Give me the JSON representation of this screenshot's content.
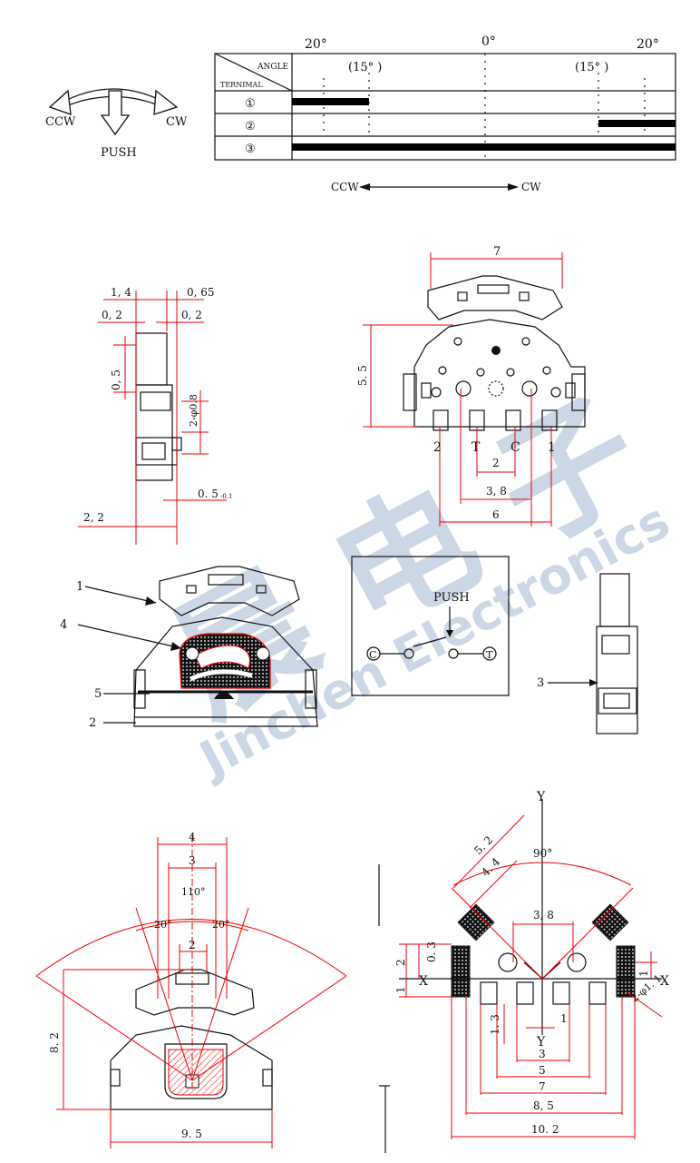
{
  "timing_chart": {
    "angle_top": {
      "left": "20°",
      "center": "0°",
      "right": "20°"
    },
    "header_angle": "ANGLE",
    "header_terminal": "TERNIMAL",
    "span_left": "(15° )",
    "span_right": "(15° )",
    "rows": [
      {
        "label": "①",
        "on_left_deg": 20,
        "on_right_deg": 15,
        "side": "ccw"
      },
      {
        "label": "②",
        "on_left_deg": 15,
        "on_right_deg": 20,
        "side": "cw"
      },
      {
        "label": "③",
        "full": true
      }
    ],
    "direction_ccw": "CCW",
    "direction_cw": "CW"
  },
  "action_icon": {
    "ccw": "CCW",
    "cw": "CW",
    "push": "PUSH"
  },
  "side_view": {
    "dim_1_4": "1, 4",
    "dim_0_65": "0, 65",
    "dim_0_2_a": "0, 2",
    "dim_0_2_b": "0, 2",
    "dim_0_5": "0, 5",
    "dim_hole": "2-φ0.8",
    "dim_0_5_tol": "0. 5",
    "tol": "-0.1",
    "dim_2_2": "2, 2"
  },
  "front_view": {
    "dim_7": "7",
    "dim_5_5": "5. 5",
    "pins": [
      "2",
      "T",
      "C",
      "1"
    ],
    "dim_2": "2",
    "dim_3_8": "3, 8",
    "dim_6": "6"
  },
  "assembly": {
    "callouts": [
      "1",
      "4",
      "5",
      "2",
      "3"
    ]
  },
  "schematic": {
    "push": "PUSH",
    "c": "C",
    "t": "T"
  },
  "angle_view": {
    "dim_4": "4",
    "dim_3": "3",
    "dim_110": "110°",
    "dim_20l": "20°",
    "dim_20r": "20°",
    "dim_2": "2",
    "dim_8_2": "8. 2",
    "dim_9_5": "9. 5"
  },
  "footprint": {
    "y": "Y",
    "x": "X",
    "dim_5_2": "5. 2",
    "dim_4_4": "4. 4",
    "dim_90": "90°",
    "dim_3_8": "3, 8",
    "dim_2": "2",
    "dim_0_3": "0. 3",
    "dim_1": "1",
    "dim_1_r": "1",
    "dim_hole": "2-φ1. 1",
    "dim_1_3": "1. 3",
    "dim_1_c": "1",
    "dim_3": "3",
    "dim_5": "5",
    "dim_7": "7",
    "dim_8_5": "8, 5",
    "dim_10_2": "10. 2"
  },
  "watermark": {
    "cn": "晨 电 子",
    "en": "Jinchen Electronics"
  },
  "colors": {
    "dim_red": "#e00000",
    "outline": "#111111",
    "watermark": "#8fa7c9"
  }
}
